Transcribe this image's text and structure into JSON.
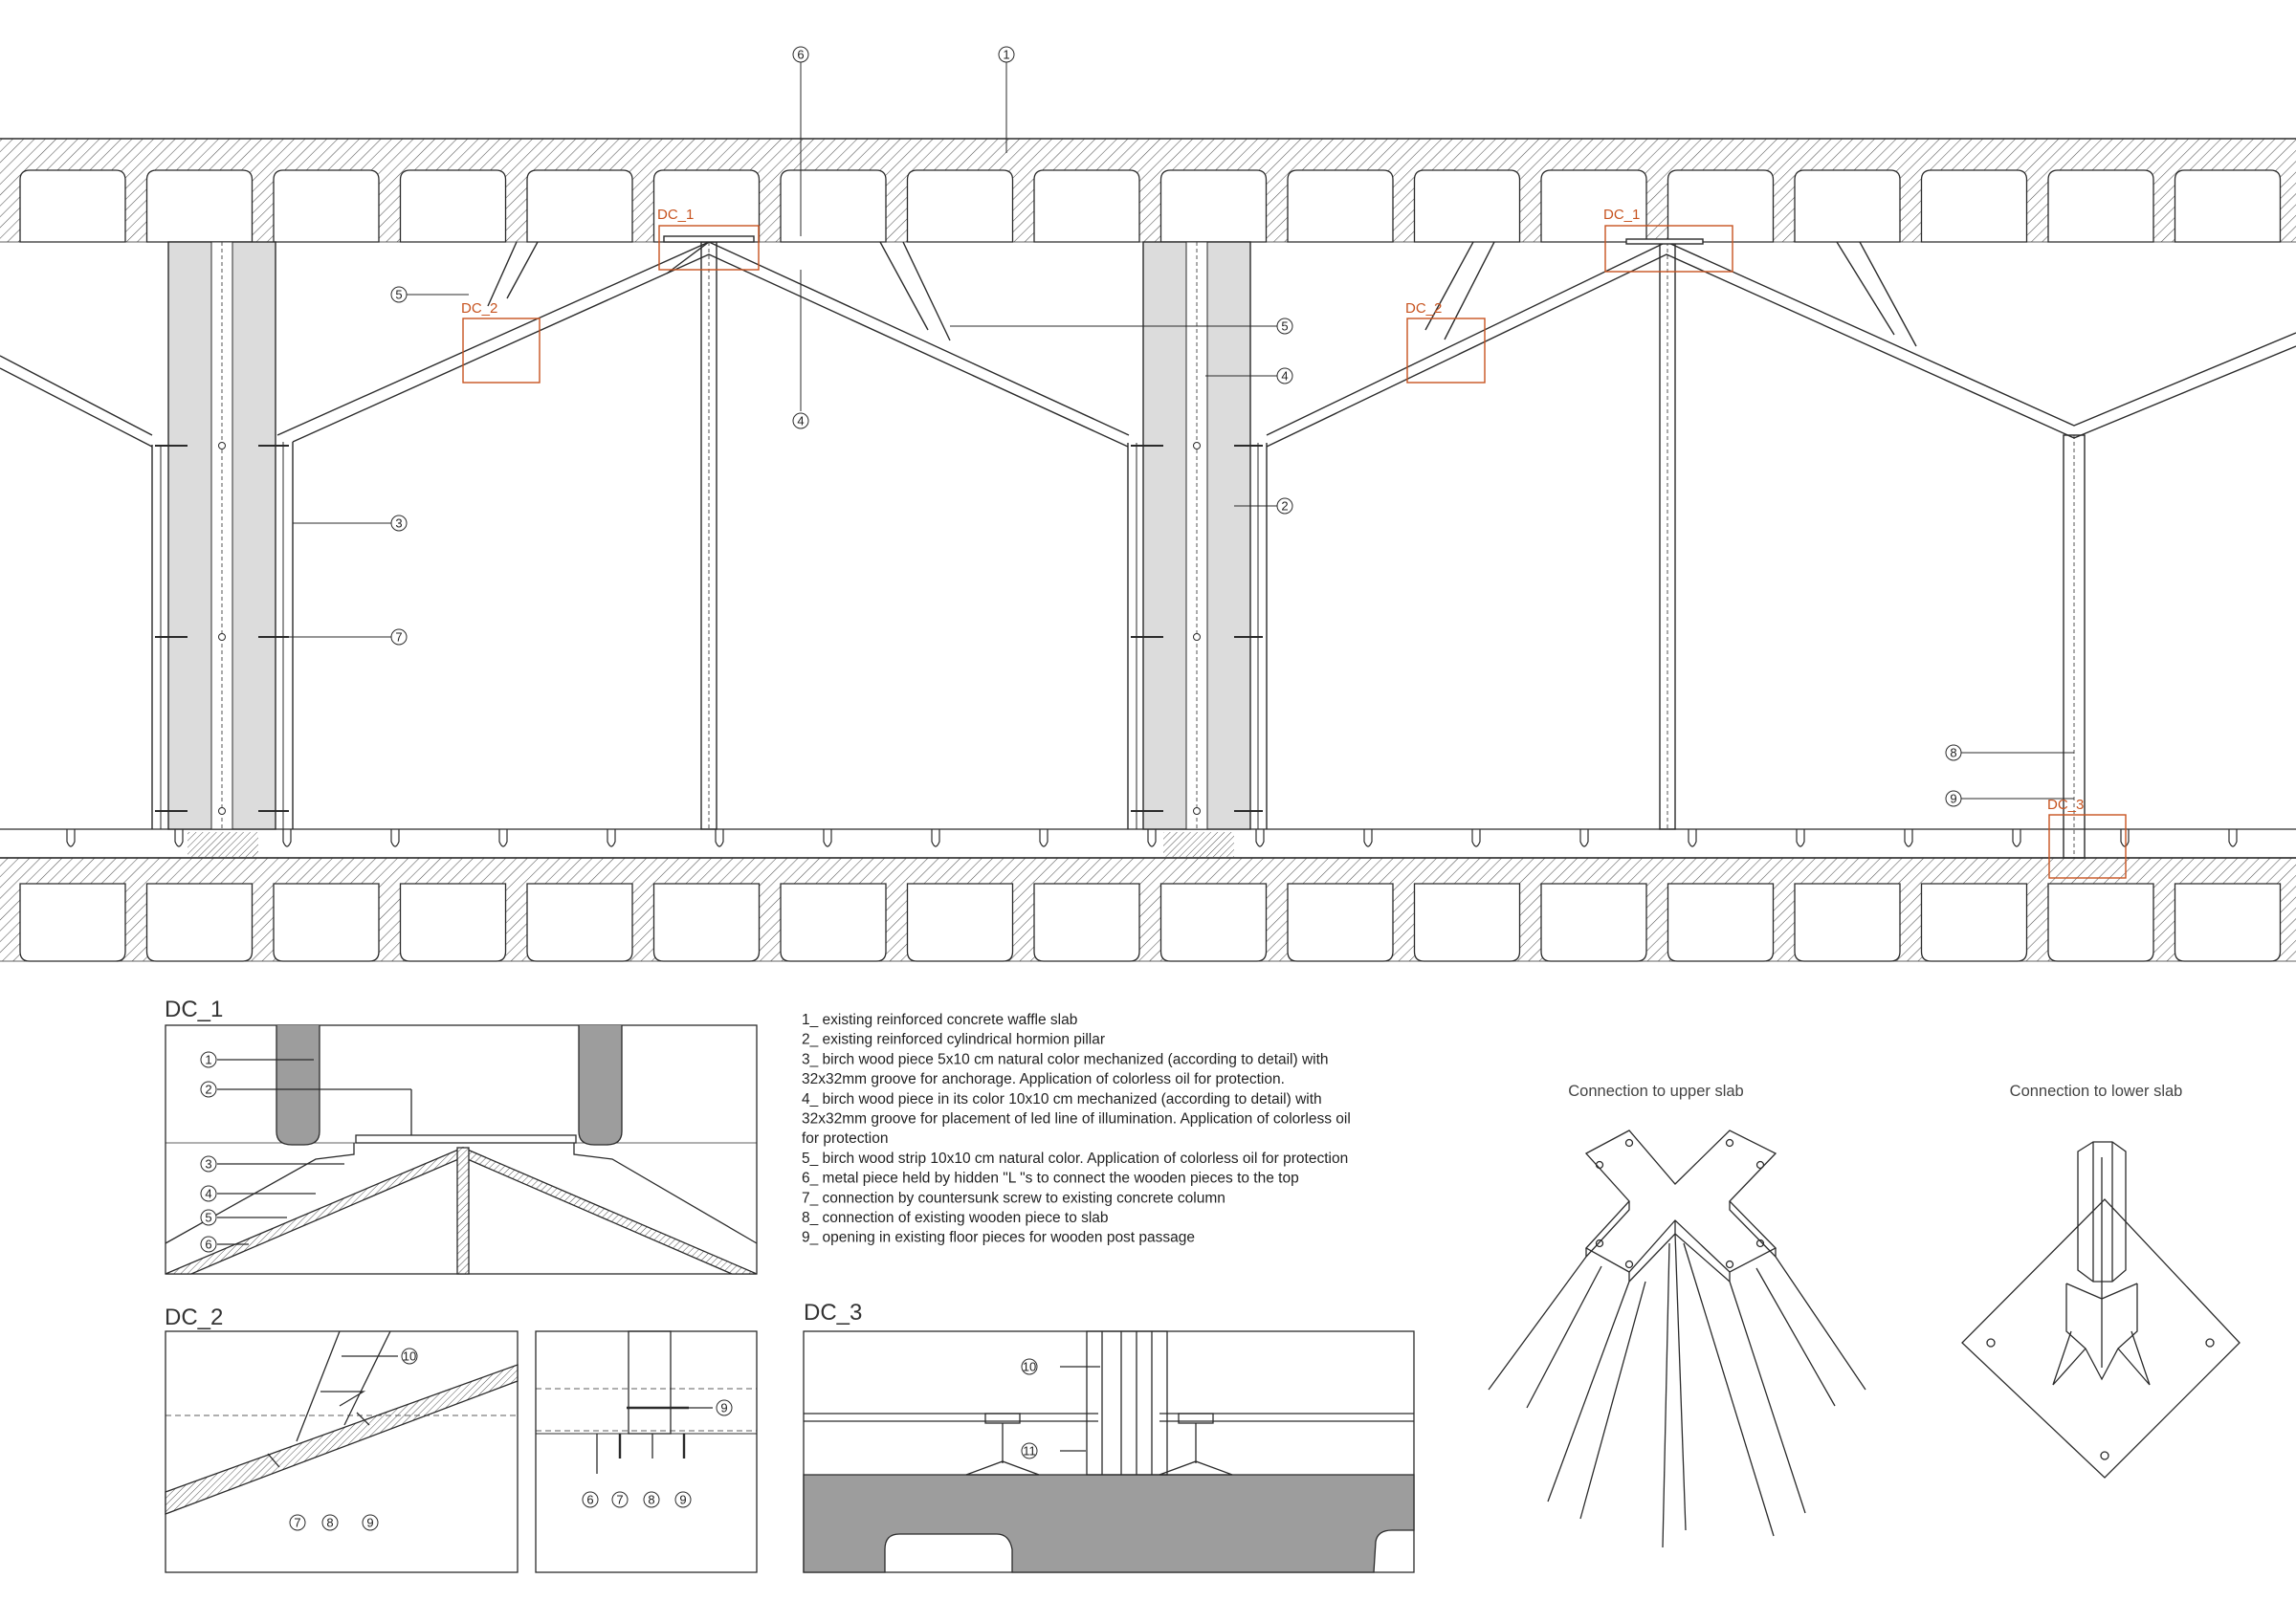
{
  "tags": {
    "dc1": "DC_1",
    "dc2": "DC_2",
    "dc3": "DC_3"
  },
  "details": {
    "dc1_title": "DC_1",
    "dc2_title": "DC_2",
    "dc3_title": "DC_3"
  },
  "callouts": [
    "1",
    "2",
    "3",
    "4",
    "5",
    "6",
    "7",
    "8",
    "9",
    "10",
    "11"
  ],
  "legend": [
    "1_ existing reinforced concrete waffle slab",
    "2_ existing reinforced cylindrical hormion pillar",
    "3_ birch wood piece 5x10 cm natural color mechanized (according to detail) with",
    "32x32mm groove for anchorage. Application of colorless oil for protection.",
    "4_ birch wood piece in its color 10x10 cm mechanized (according to detail) with",
    "32x32mm groove for placement of led line of illumination. Application of colorless oil",
    "for protection",
    "5_ birch wood strip 10x10 cm natural color. Application of colorless oil for protection",
    "6_ metal piece held by hidden \"L \"s to connect the wooden pieces to the top",
    "7_ connection by countersunk screw to existing concrete column",
    "8_ connection of existing wooden piece to slab",
    "9_ opening in existing floor pieces for wooden post passage"
  ],
  "captions": {
    "upper": "Connection to upper slab",
    "lower": "Connection to lower slab"
  },
  "colors": {
    "line": "#2b2b2b",
    "detail_box": "#c7531f",
    "pillar_fill": "#dcdcdc",
    "slab_fill": "#9d9d9d"
  }
}
